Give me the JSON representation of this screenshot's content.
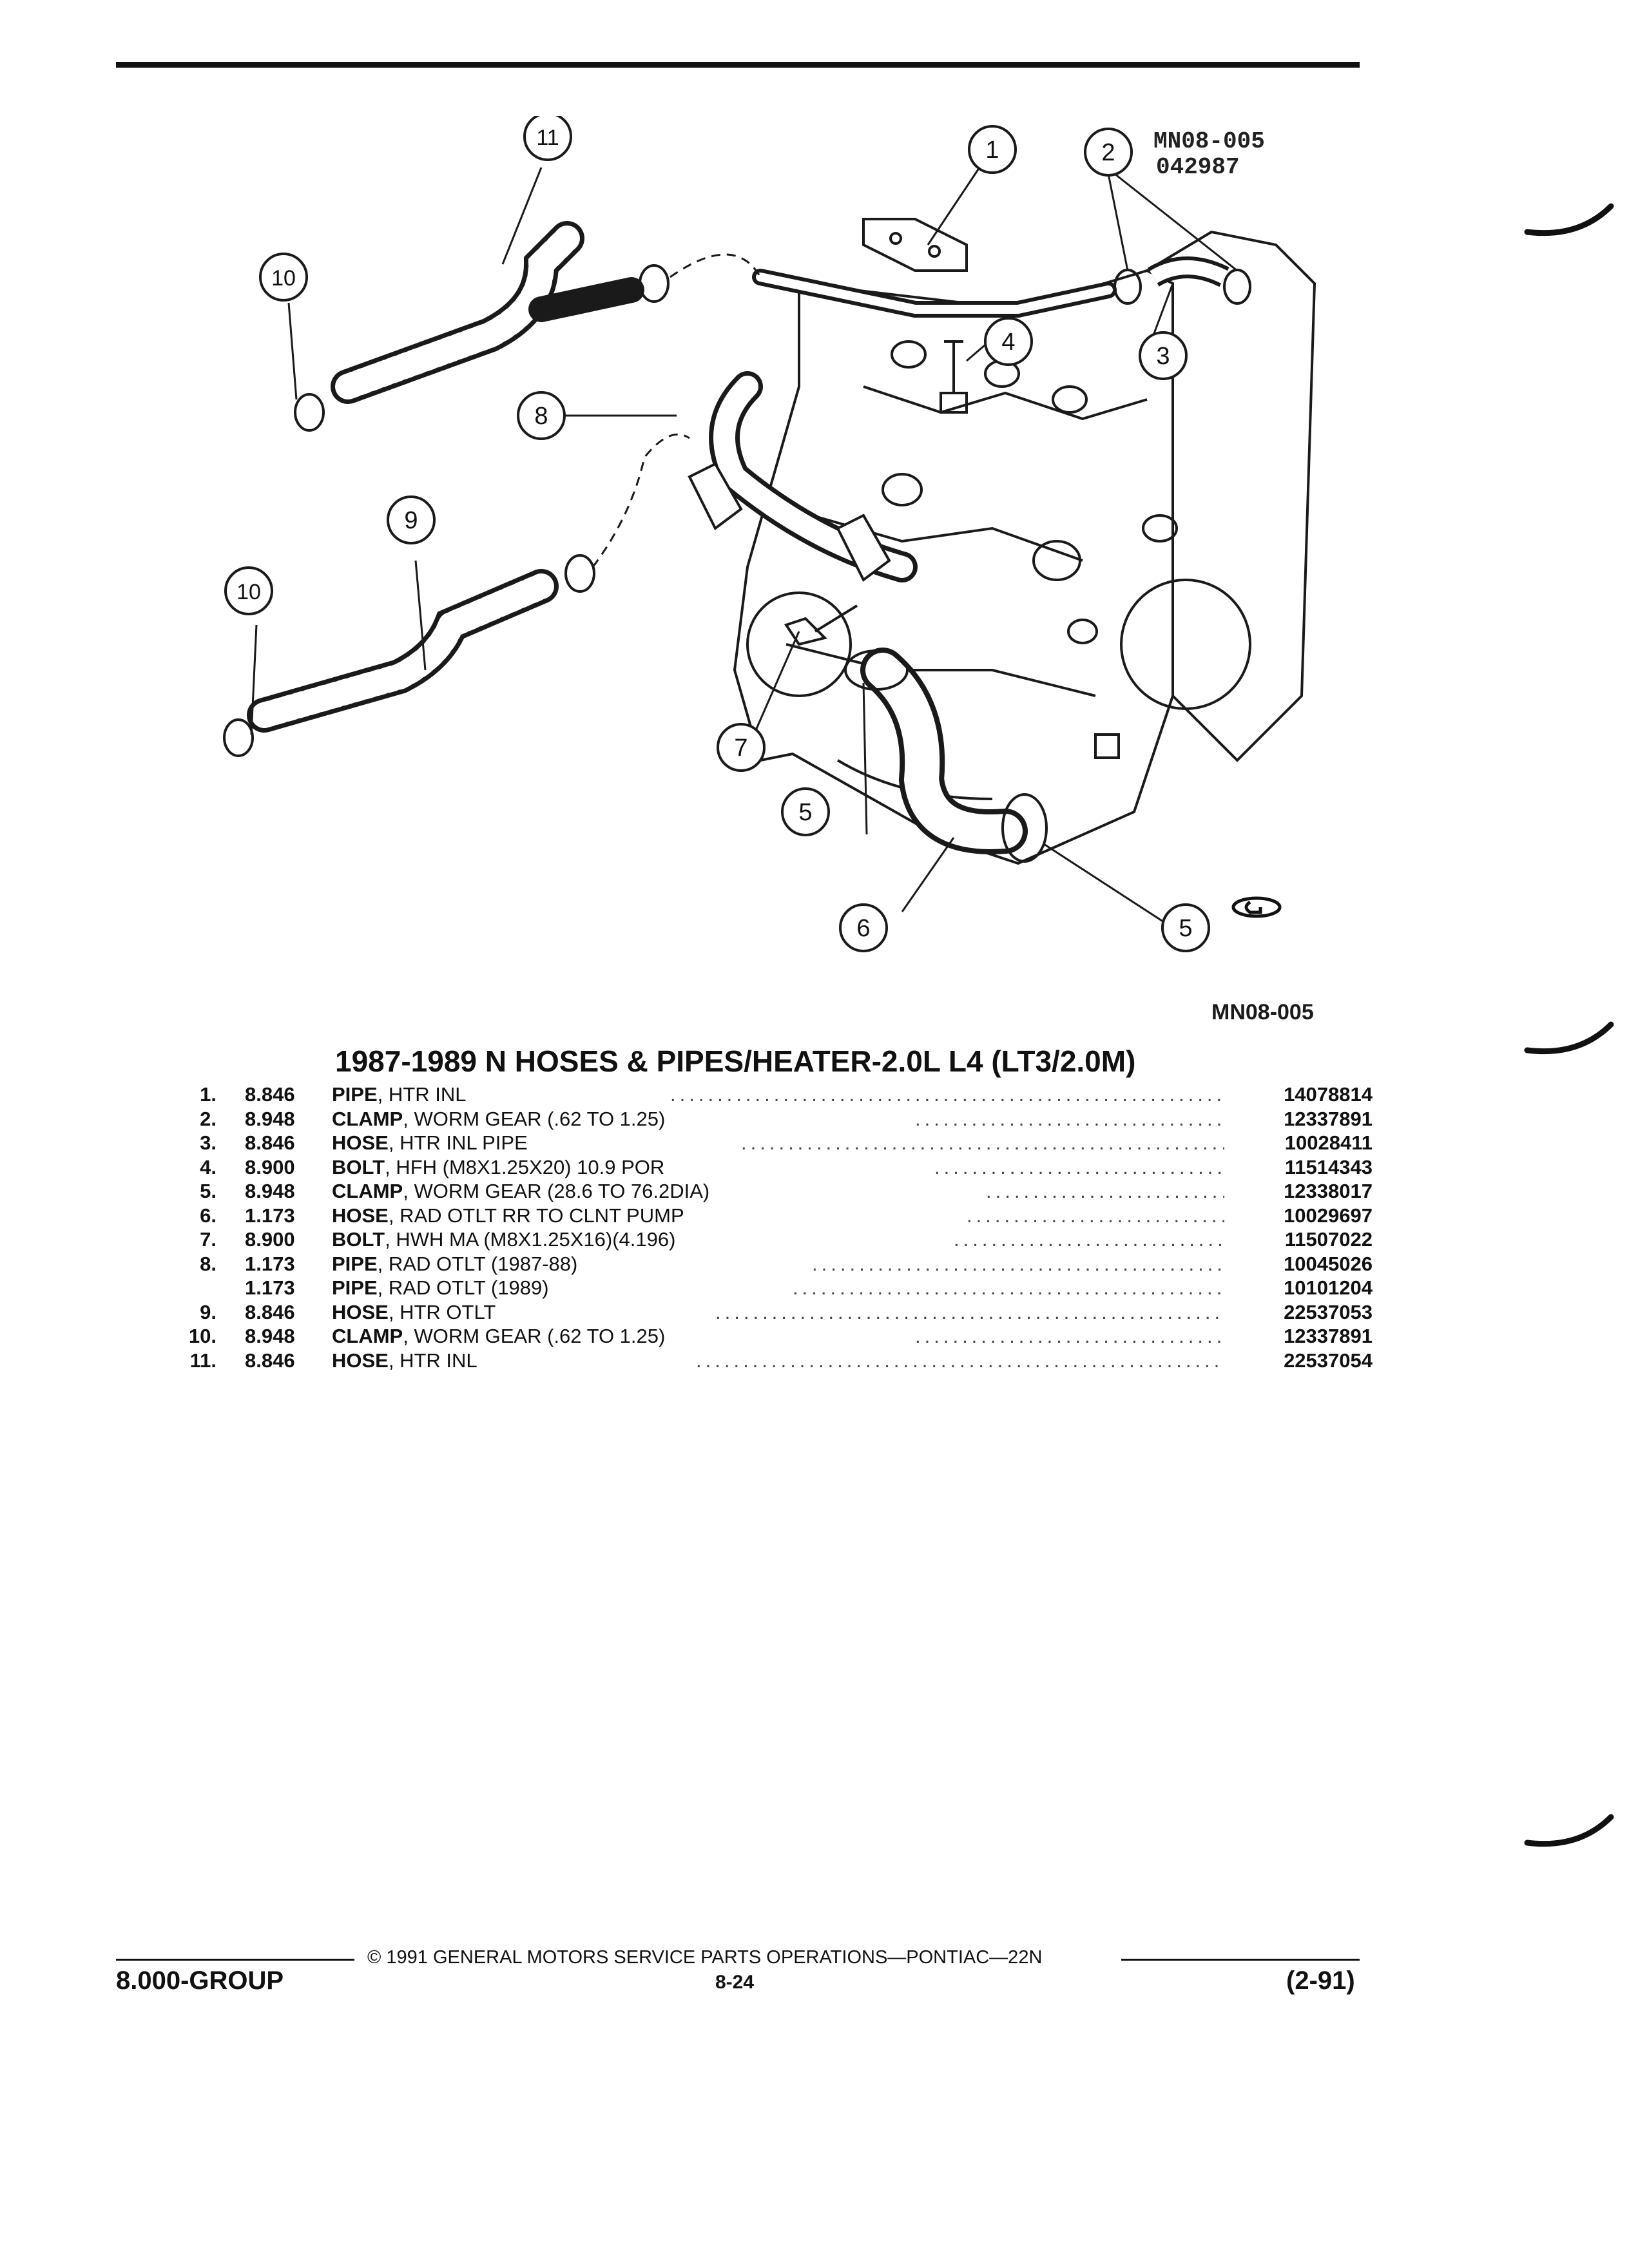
{
  "figure": {
    "code_top": "MN08-005",
    "date_code": "042987",
    "code_bottom": "MN08-005",
    "callouts": [
      "1",
      "2",
      "3",
      "4",
      "5",
      "5",
      "6",
      "7",
      "8",
      "9",
      "10",
      "10",
      "11"
    ]
  },
  "title": "1987-1989 N HOSES & PIPES/HEATER-2.0L L4 (LT3/2.0M)",
  "parts": [
    {
      "no": "1.",
      "group": "8.846",
      "name": "PIPE",
      "detail": ", HTR INL",
      "part_number": "14078814"
    },
    {
      "no": "2.",
      "group": "8.948",
      "name": "CLAMP",
      "detail": ", WORM GEAR (.62 TO 1.25)",
      "part_number": "12337891"
    },
    {
      "no": "3.",
      "group": "8.846",
      "name": "HOSE",
      "detail": ", HTR INL PIPE",
      "part_number": "10028411"
    },
    {
      "no": "4.",
      "group": "8.900",
      "name": "BOLT",
      "detail": ", HFH (M8X1.25X20) 10.9 POR",
      "part_number": "11514343"
    },
    {
      "no": "5.",
      "group": "8.948",
      "name": "CLAMP",
      "detail": ", WORM GEAR (28.6 TO 76.2DIA)",
      "part_number": "12338017"
    },
    {
      "no": "6.",
      "group": "1.173",
      "name": "HOSE",
      "detail": ", RAD OTLT RR TO CLNT PUMP",
      "part_number": "10029697"
    },
    {
      "no": "7.",
      "group": "8.900",
      "name": "BOLT",
      "detail": ", HWH MA (M8X1.25X16)(4.196)",
      "part_number": "11507022"
    },
    {
      "no": "8.",
      "group": "1.173",
      "name": "PIPE",
      "detail": ", RAD OTLT (1987-88)",
      "part_number": "10045026"
    },
    {
      "no": "",
      "group": "1.173",
      "name": "PIPE",
      "detail": ", RAD OTLT (1989)",
      "part_number": "10101204"
    },
    {
      "no": "9.",
      "group": "8.846",
      "name": "HOSE",
      "detail": ", HTR OTLT",
      "part_number": "22537053"
    },
    {
      "no": "10.",
      "group": "8.948",
      "name": "CLAMP",
      "detail": ", WORM GEAR (.62 TO 1.25)",
      "part_number": "12337891"
    },
    {
      "no": "11.",
      "group": "8.846",
      "name": "HOSE",
      "detail": ", HTR INL",
      "part_number": "22537054"
    }
  ],
  "footer": {
    "copyright": "© 1991 GENERAL MOTORS SERVICE PARTS OPERATIONS—PONTIAC—22N",
    "group_label": "8.000-GROUP",
    "page_number": "8-24",
    "revision": "(2-91)"
  }
}
